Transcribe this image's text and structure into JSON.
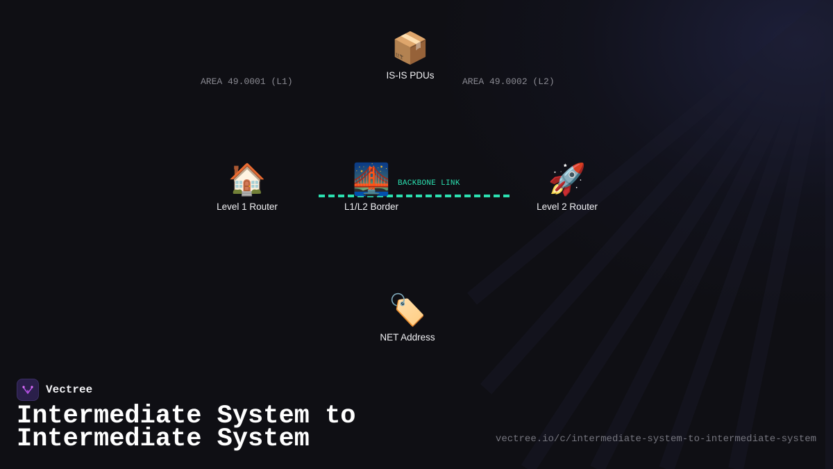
{
  "diagram": {
    "areas": [
      {
        "label": "AREA 49.0001 (L1)"
      },
      {
        "label": "AREA 49.0002 (L2)"
      }
    ],
    "nodes": {
      "pdus": {
        "label": "IS-IS PDUs",
        "icon": "package-icon",
        "glyph": "📦"
      },
      "level1": {
        "label": "Level 1 Router",
        "icon": "house-icon",
        "glyph": "🏠"
      },
      "border": {
        "label": "L1/L2 Border",
        "icon": "bridge-icon",
        "glyph": "🌉"
      },
      "level2": {
        "label": "Level 2 Router",
        "icon": "rocket-icon",
        "glyph": "🚀"
      },
      "net": {
        "label": "NET Address",
        "icon": "tag-icon",
        "glyph": "🏷️"
      }
    },
    "link": {
      "label": "BACKBONE LINK",
      "color": "#2be0b0"
    }
  },
  "brand": {
    "name": "Vectree",
    "logo_icon": "vectree-logo-icon",
    "accent": "#2a1f4a"
  },
  "page": {
    "title": "Intermediate System to Intermediate System",
    "url": "vectree.io/c/intermediate-system-to-intermediate-system"
  },
  "colors": {
    "background": "#0f0f14",
    "text": "#f2f2f5",
    "muted": "#8a8a92"
  }
}
